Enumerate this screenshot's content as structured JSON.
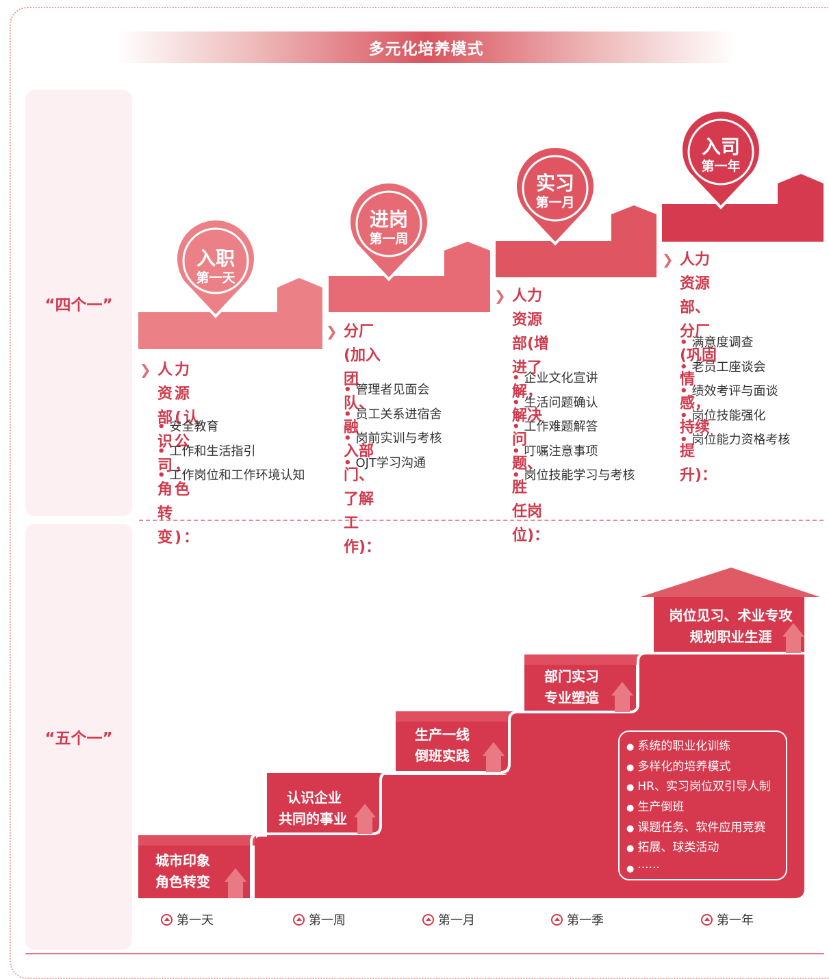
{
  "title": "多元化培养模式",
  "sections": {
    "four": "“四个一”",
    "five": "“五个一”"
  },
  "stages": [
    {
      "pin_main": "入职",
      "pin_sub": "第一天",
      "head": [
        "人力资源部(认识公",
        "司，角色转变)："
      ],
      "items": [
        "安全教育",
        "工作和生活指引",
        "工作岗位和工作环境认知"
      ]
    },
    {
      "pin_main": "进岗",
      "pin_sub": "第一周",
      "head": [
        "分厂(加入团队、融",
        "入部门、了解工作)："
      ],
      "items": [
        "管理者见面会",
        "员工关系进宿舍",
        "岗前实训与考核",
        "OJT学习沟通"
      ]
    },
    {
      "pin_main": "实习",
      "pin_sub": "第一月",
      "head": [
        "人力资源部(增进了",
        "解，解决问题、胜",
        "任岗位)："
      ],
      "items": [
        "企业文化宣讲",
        "生活问题确认",
        "工作难题解答",
        "叮嘱注意事项",
        "岗位技能学习与考核"
      ]
    },
    {
      "pin_main": "入司",
      "pin_sub": "第一年",
      "head": [
        "人力资源部、分厂",
        "(巩固情感，持续提",
        "升)："
      ],
      "items": [
        "满意度调查",
        "老员工座谈会",
        "绩效考评与面谈",
        "岗位技能强化",
        "岗位能力资格考核"
      ]
    }
  ],
  "steps": [
    [
      "城市印象",
      "角色转变"
    ],
    [
      "认识企业",
      "共同的事业"
    ],
    [
      "生产一线",
      "倒班实践"
    ],
    [
      "部门实习",
      "专业塑造"
    ],
    [
      "岗位见习、术业专攻",
      "规划职业生涯"
    ]
  ],
  "box_items": [
    "系统的职业化训练",
    "多样化的培养模式",
    "HR、实习岗位双引导人制",
    "生产倒班",
    "课题任务、软件应用竞赛",
    "拓展、球类活动",
    "······"
  ],
  "timeline": [
    "第一天",
    "第一周",
    "第一月",
    "第一季",
    "第一年"
  ],
  "colors": {
    "accent": "#d13a4c",
    "stage1": "#ec8087",
    "stage2": "#e66b74",
    "stage3": "#df5562",
    "stage4": "#d63a4e",
    "stairs": "#d6394e",
    "side_bg": "#fcf0f3"
  }
}
